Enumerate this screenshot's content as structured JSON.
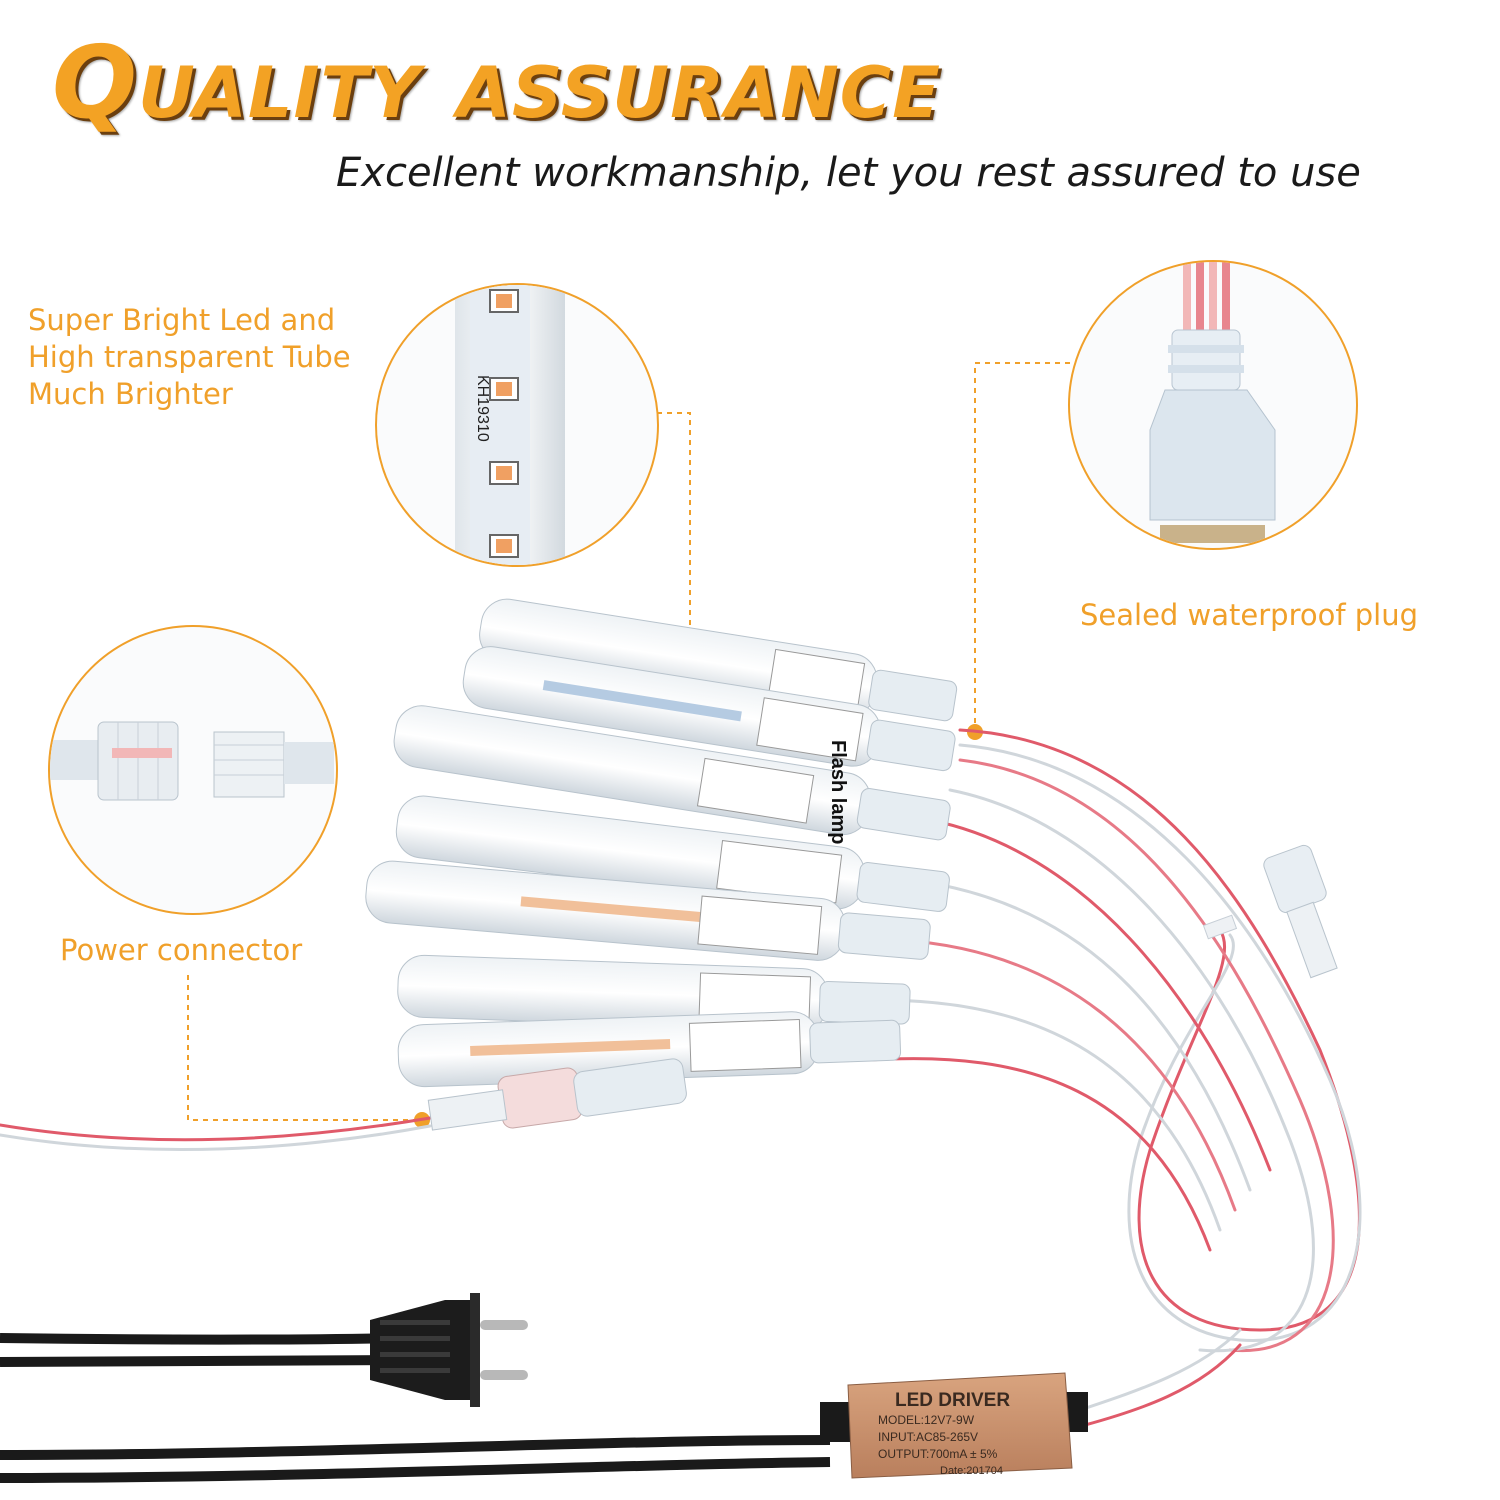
{
  "headline": "Quality assurance",
  "subline": "Excellent workmanship, let you rest assured to use",
  "callouts": {
    "led": {
      "lines": [
        "Super Bright Led and",
        "High transparent Tube",
        "Much Brighter"
      ]
    },
    "plug": "Sealed waterproof plug",
    "power": "Power connector"
  },
  "product": {
    "tube_codes": [
      "KH19310"
    ],
    "tube_label_text": [
      "Flash lamp"
    ],
    "driver": {
      "title": "LED DRIVER",
      "model": "MODEL:12V7-9W",
      "input": "INPUT:AC85-265V",
      "output": "OUTPUT:700mA ± 5%",
      "date": "Date:201704"
    }
  },
  "colors": {
    "accent": "#f0a02a",
    "headline": "#f3a224",
    "wire_red": "#e05a6a",
    "driver_body": "#c98e6a"
  },
  "icons": [
    "eu-plug-icon",
    "led-driver-icon",
    "waterproof-connector-icon",
    "led-tube-icon"
  ]
}
